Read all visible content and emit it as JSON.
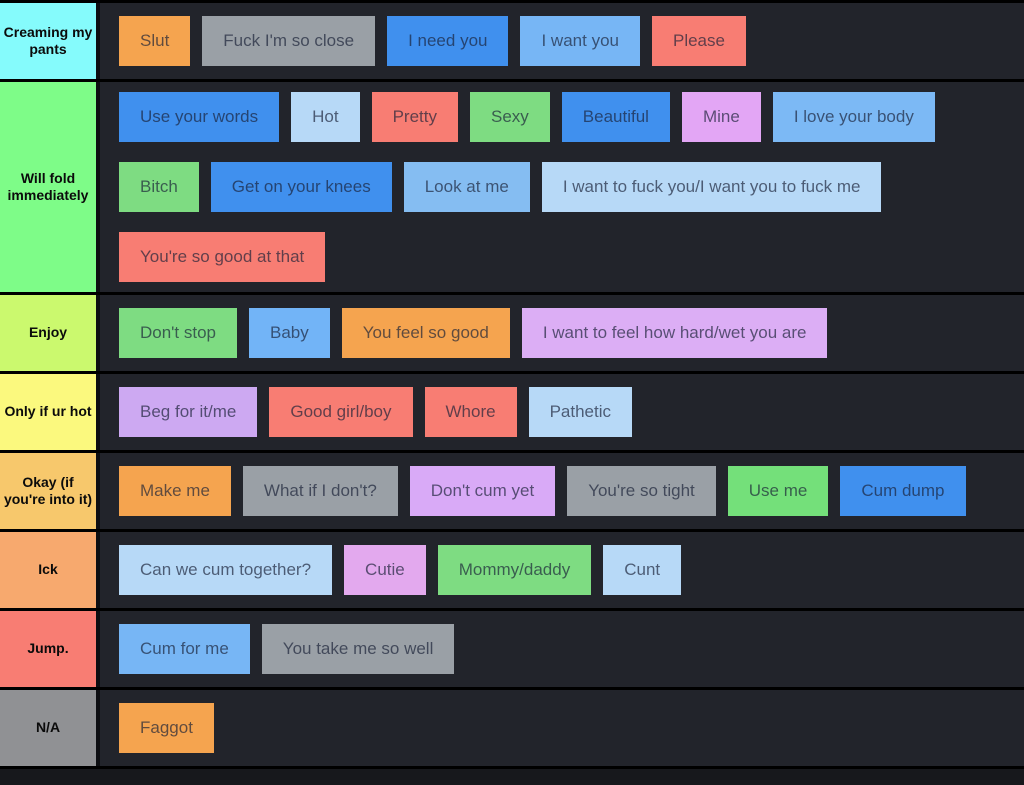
{
  "theme": {
    "page_background": "#17181c",
    "row_background": "#22242b",
    "separator_color": "#000000",
    "label_text_color": "#0b0b0b",
    "chip_text_color": "rgba(25,32,54,0.68)"
  },
  "tiers": [
    {
      "label": "Creaming my pants",
      "color": "#85fbfc",
      "items": [
        {
          "label": "Slut",
          "color": "#f5a44f"
        },
        {
          "label": "Fuck I'm so close",
          "color": "#9aa0a6"
        },
        {
          "label": "I need you",
          "color": "#4090ee"
        },
        {
          "label": "I want you",
          "color": "#77b6f5"
        },
        {
          "label": "Please",
          "color": "#f87d73"
        }
      ]
    },
    {
      "label": "Will fold immediately",
      "color": "#7efc88",
      "items": [
        {
          "label": "Use your words",
          "color": "#4090ee"
        },
        {
          "label": "Hot",
          "color": "#b7d9f7"
        },
        {
          "label": "Pretty",
          "color": "#f87d73"
        },
        {
          "label": "Sexy",
          "color": "#7edc82"
        },
        {
          "label": "Beautiful",
          "color": "#4090ee"
        },
        {
          "label": "Mine",
          "color": "#e3a6f5"
        },
        {
          "label": "I love your body",
          "color": "#7cb9f5"
        },
        {
          "label": "Bitch",
          "color": "#7edc82"
        },
        {
          "label": "Get on your knees",
          "color": "#4090ee"
        },
        {
          "label": "Look at me",
          "color": "#85bdf2"
        },
        {
          "label": "I want to fuck you/I want you to fuck me",
          "color": "#b7d9f7"
        },
        {
          "label": "You're so good at that",
          "color": "#f87d73"
        }
      ]
    },
    {
      "label": "Enjoy",
      "color": "#cbf96e",
      "items": [
        {
          "label": "Don't stop",
          "color": "#7edc82"
        },
        {
          "label": "Baby",
          "color": "#72b4f7"
        },
        {
          "label": "You feel so good",
          "color": "#f5a44f"
        },
        {
          "label": "I want to feel how hard/wet you are",
          "color": "#dcaef5"
        }
      ]
    },
    {
      "label": "Only if ur hot",
      "color": "#fbf97e",
      "items": [
        {
          "label": "Beg for it/me",
          "color": "#cda9f2"
        },
        {
          "label": "Good girl/boy",
          "color": "#f87d73"
        },
        {
          "label": "Whore",
          "color": "#f87d73"
        },
        {
          "label": "Pathetic",
          "color": "#b7d9f7"
        }
      ]
    },
    {
      "label": "Okay (if you're into it)",
      "color": "#f7c86c",
      "items": [
        {
          "label": "Make me",
          "color": "#f5a44f"
        },
        {
          "label": "What if I don't?",
          "color": "#9aa0a6"
        },
        {
          "label": "Don't cum yet",
          "color": "#d9aaf7"
        },
        {
          "label": "You're so tight",
          "color": "#9aa0a6"
        },
        {
          "label": "Use me",
          "color": "#74e07a"
        },
        {
          "label": "Cum dump",
          "color": "#4090ee"
        }
      ]
    },
    {
      "label": "Ick",
      "color": "#f7a96e",
      "items": [
        {
          "label": "Can we cum together?",
          "color": "#b7d9f7"
        },
        {
          "label": "Cutie",
          "color": "#e3a9ee"
        },
        {
          "label": "Mommy/daddy",
          "color": "#7edc82"
        },
        {
          "label": "Cunt",
          "color": "#b7d9f7"
        }
      ]
    },
    {
      "label": "Jump.",
      "color": "#f87d73",
      "items": [
        {
          "label": "Cum for me",
          "color": "#77b6f5"
        },
        {
          "label": "You take me so well",
          "color": "#9aa0a6"
        }
      ]
    },
    {
      "label": "N/A",
      "color": "#909194",
      "items": [
        {
          "label": "Faggot",
          "color": "#f5a44f"
        }
      ]
    }
  ]
}
